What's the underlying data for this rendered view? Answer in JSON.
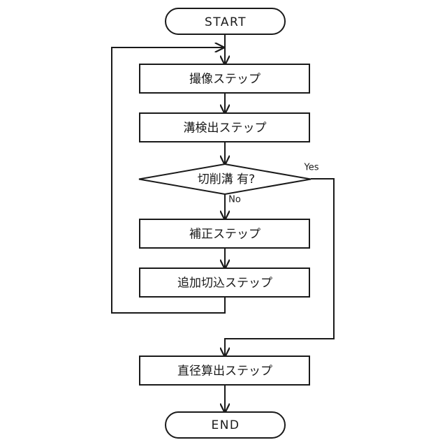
{
  "diagram": {
    "type": "flowchart",
    "orientation": "top-to-bottom",
    "background_color": "#ffffff",
    "line_color": "#1a1a1a",
    "shape_fill": "#ffffff",
    "nodes": [
      {
        "id": "start",
        "shape": "terminator",
        "label": "START"
      },
      {
        "id": "imaging",
        "shape": "process",
        "label": "撮像ステップ"
      },
      {
        "id": "detect",
        "shape": "process",
        "label": "溝検出ステップ"
      },
      {
        "id": "decision",
        "shape": "decision",
        "label": "切削溝 有?"
      },
      {
        "id": "correct",
        "shape": "process",
        "label": "補正ステップ"
      },
      {
        "id": "addcut",
        "shape": "process",
        "label": "追加切込ステップ"
      },
      {
        "id": "diameter",
        "shape": "process",
        "label": "直径算出ステップ"
      },
      {
        "id": "end",
        "shape": "terminator",
        "label": "END"
      }
    ],
    "edge_labels": {
      "yes": "Yes",
      "no": "No"
    }
  }
}
